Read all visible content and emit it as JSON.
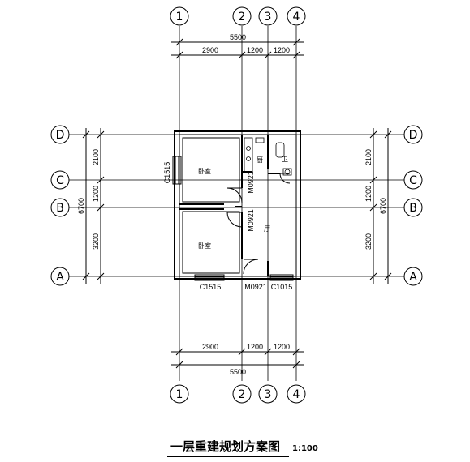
{
  "axes": {
    "vertical": [
      "1",
      "2",
      "3",
      "4"
    ],
    "horizontal": [
      "D",
      "C",
      "B",
      "A"
    ]
  },
  "dimensions": {
    "top_total": "5500",
    "top_segments": [
      "2900",
      "1200",
      "1200"
    ],
    "bottom_total": "5500",
    "bottom_segments": [
      "2900",
      "1200",
      "1200"
    ],
    "left_total": "6700",
    "left_segments": [
      "2100",
      "1200",
      "3200"
    ],
    "right_total": "6700",
    "right_segments": [
      "2100",
      "1200",
      "3200"
    ]
  },
  "labels": {
    "window_left": "C1515",
    "window_bottom": "C1515",
    "door_bottom": "M0921",
    "window_bottom_right": "C1015",
    "door_upper": "M0921",
    "door_middle": "M0921"
  },
  "rooms": {
    "bedroom_upper": "卧室",
    "bedroom_lower": "卧室",
    "hall": "厅",
    "kitchen": "厨",
    "toilet": "卫"
  },
  "title": {
    "text": "一层重建规划方案图",
    "scale": "1:100"
  }
}
